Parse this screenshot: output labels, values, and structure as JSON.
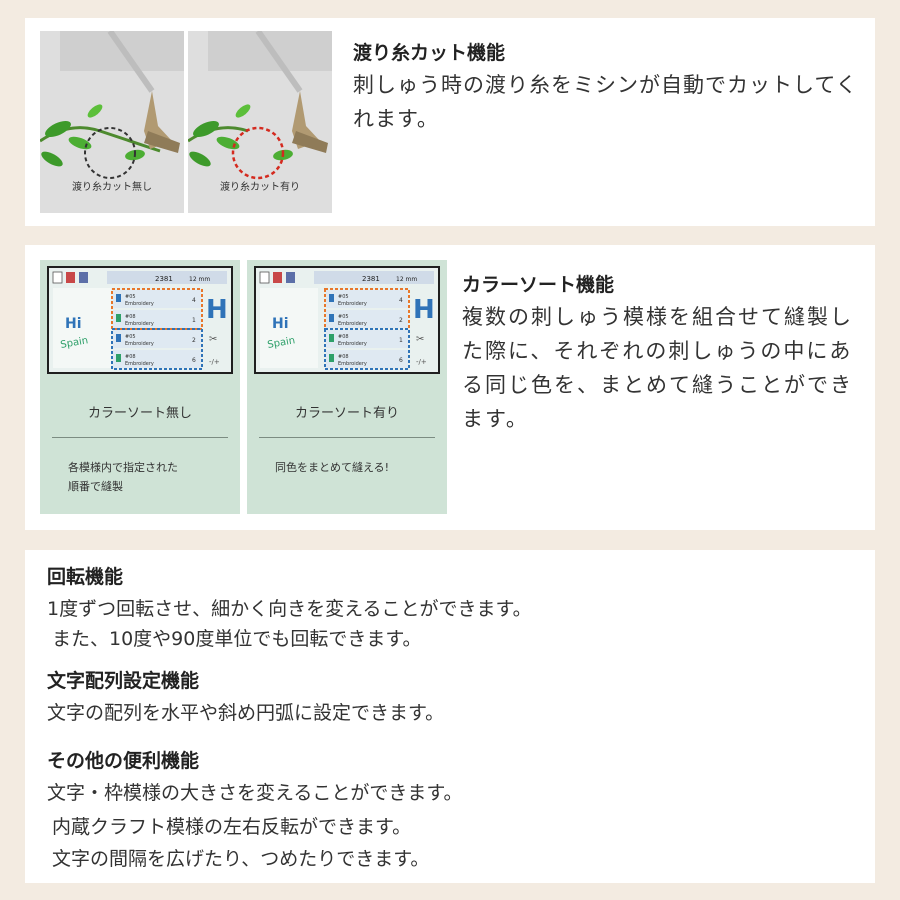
{
  "thread_cut": {
    "title": "渡り糸カット機能",
    "description": "刺しゅう時の渡り糸をミシンが自動でカットしてくれます。",
    "photo_without_caption": "渡り糸カット無し",
    "photo_with_caption": "渡り糸カット有り"
  },
  "color_sort": {
    "title": "カラーソート機能",
    "description": "複数の刺しゅう模様を組合せて縫製した際に、それぞれの刺しゅうの中にある同じ色を、まとめて縫うことができます。",
    "panel_without": {
      "label": "カラーソート無し",
      "note_line1": "各模様内で指定された",
      "note_line2": "順番で縫製"
    },
    "panel_with": {
      "label": "カラーソート有り",
      "note_line1": "同色をまとめて縫える!",
      "note_line2": ""
    },
    "lcd": {
      "counter": "2381",
      "unit": "12 mm",
      "big_letter": "H",
      "design_text_top": "Hi",
      "design_text_bottom": "Spain",
      "item_code_1": "#05",
      "item_code_2": "#08",
      "item_label": "Embroidery",
      "counts_a": [
        "4",
        "1",
        "2",
        "6"
      ],
      "counts_b": [
        "4",
        "2",
        "1",
        "6"
      ]
    },
    "colors": {
      "orange_dash": "#e8772b",
      "blue_dash": "#2f73b8",
      "green_panel": "#cfe3d6"
    }
  },
  "other": {
    "rotate_title": "回転機能",
    "rotate_line1": "1度ずつ回転させ、細かく向きを変えることができます。",
    "rotate_line2": "また、10度や90度単位でも回転できます。",
    "text_layout_title": "文字配列設定機能",
    "text_layout_line1": "文字の配列を水平や斜め円弧に設定できます。",
    "misc_title": "その他の便利機能",
    "misc_line1": "文字・枠模様の大きさを変えることができます。",
    "misc_line2": "内蔵クラフト模様の左右反転ができます。",
    "misc_line3": "文字の間隔を広げたり、つめたりできます。"
  }
}
